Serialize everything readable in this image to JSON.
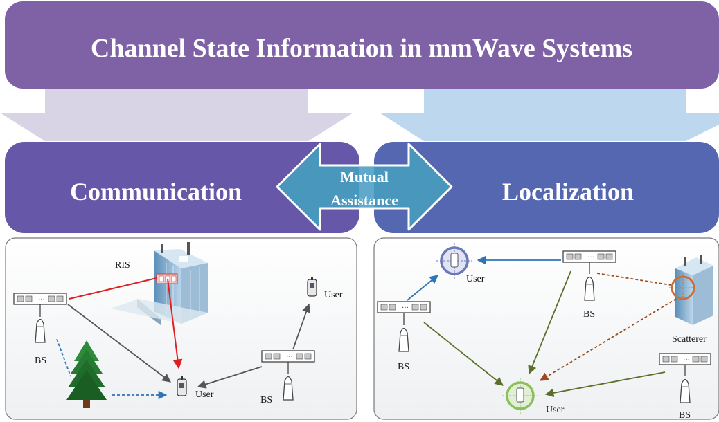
{
  "title": "Channel State Information in mmWave Systems",
  "left_section": {
    "label": "Communication"
  },
  "right_section": {
    "label": "Localization"
  },
  "center_arrow": {
    "line1": "Mutual",
    "line2": "Assistance"
  },
  "left_panel": {
    "ris_label": "RIS",
    "bs_left_label": "BS",
    "bs_right_label": "BS",
    "user_top_label": "User",
    "user_center_label": "User"
  },
  "right_panel": {
    "user_top_label": "User",
    "bs_top_label": "BS",
    "bs_left_label": "BS",
    "bs_right_label": "BS",
    "scatterer_label": "Scatterer",
    "user_bottom_label": "User"
  },
  "colors": {
    "title_bar": "#7F62A6",
    "left_header": "#6657A8",
    "right_header": "#5567B0",
    "left_funnel": "#D8D4E6",
    "right_funnel": "#BDD7EE",
    "mutual_arrow": "#4A97BD",
    "red_link": "#E02020",
    "grey_link": "#555555",
    "blue_link": "#2E75B6",
    "green_link": "#5B6E2A",
    "brown_link": "#9A4A1E"
  }
}
